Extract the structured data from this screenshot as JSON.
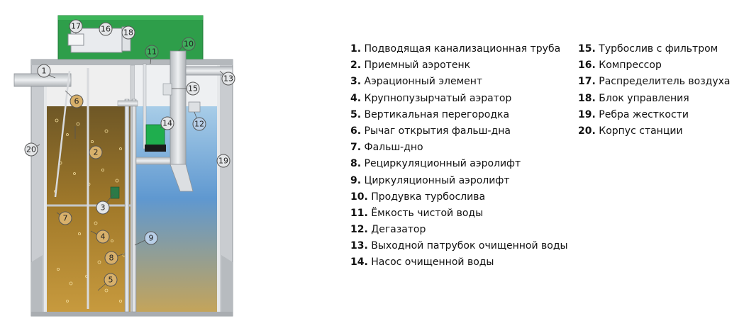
{
  "legend": [
    {
      "num": "1.",
      "text": "Подводящая канализационная труба"
    },
    {
      "num": "2.",
      "text": "Приемный аэротенк"
    },
    {
      "num": "3.",
      "text": "Аэрационный элемент"
    },
    {
      "num": "4.",
      "text": "Крупнопузырчатый аэратор"
    },
    {
      "num": "5.",
      "text": "Вертикальная перегородка"
    },
    {
      "num": "6.",
      "text": "Рычаг открытия фальш-дна"
    },
    {
      "num": "7.",
      "text": "Фальш-дно"
    },
    {
      "num": "8.",
      "text": "Рециркуляционный аэролифт"
    },
    {
      "num": "9.",
      "text": "Циркуляционный аэролифт"
    },
    {
      "num": "10.",
      "text": "Продувка турбослива"
    },
    {
      "num": "11.",
      "text": "Ёмкость чистой воды"
    },
    {
      "num": "12.",
      "text": "Дегазатор"
    },
    {
      "num": "13.",
      "text": "Выходной патрубок очищенной воды"
    },
    {
      "num": "14.",
      "text": "Насос очищенной воды"
    },
    {
      "num": "15.",
      "text": "Турбослив с фильтром"
    },
    {
      "num": "16.",
      "text": "Компрессор"
    },
    {
      "num": "17.",
      "text": "Распределитель воздуха"
    },
    {
      "num": "18.",
      "text": "Блок управления"
    },
    {
      "num": "19.",
      "text": "Ребра жесткости"
    },
    {
      "num": "20.",
      "text": "Корпус станции"
    }
  ],
  "callouts": [
    "1",
    "2",
    "3",
    "4",
    "5",
    "6",
    "7",
    "8",
    "9",
    "10",
    "11",
    "12",
    "13",
    "14",
    "15",
    "16",
    "17",
    "18",
    "19",
    "20"
  ],
  "colors": {
    "lid_green": "#2e9e4a",
    "sludge_brown": "#9a7124",
    "clean_blue": "#4a84c8",
    "body_grey": "#c9ccd0",
    "pipe_grey": "#d6d9dc"
  }
}
